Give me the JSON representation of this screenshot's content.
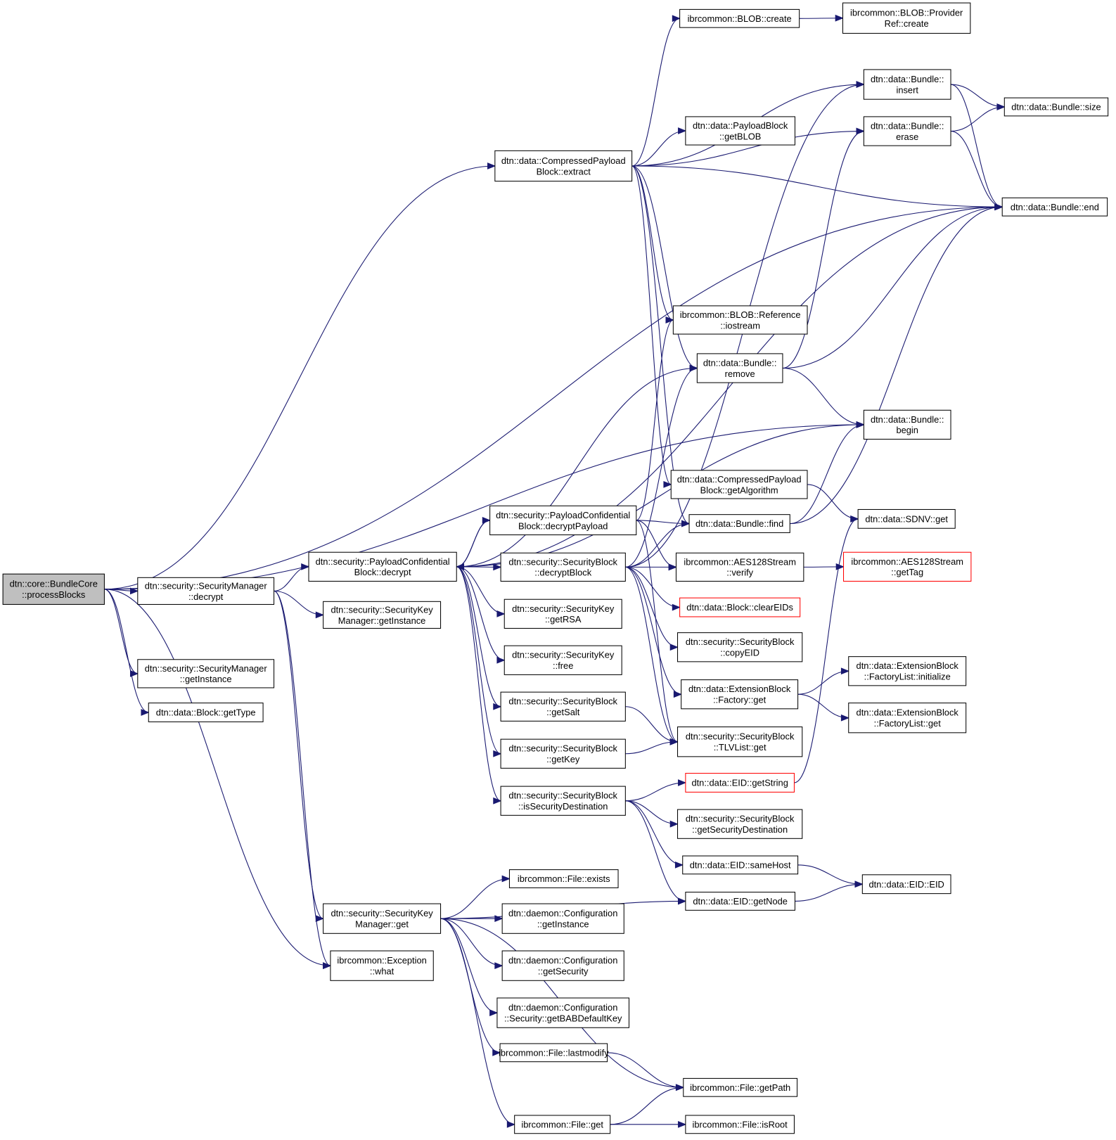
{
  "title": "Call graph of dtn::core::BundleCore::processBlocks",
  "colors": {
    "edge": "#191970",
    "root_fill": "#bfbfbf",
    "node_border": "#000000",
    "truncated_border": "#ff0000"
  },
  "nodes": [
    {
      "id": "processBlocks",
      "lines": [
        "dtn::core::BundleCore",
        "::processBlocks"
      ],
      "root": true
    },
    {
      "id": "smDecrypt",
      "lines": [
        "dtn::security::SecurityManager",
        "::decrypt"
      ]
    },
    {
      "id": "smGetInstance",
      "lines": [
        "dtn::security::SecurityManager",
        "::getInstance"
      ]
    },
    {
      "id": "blockGetType",
      "lines": [
        "dtn::data::Block::getType"
      ]
    },
    {
      "id": "pcbDecrypt",
      "lines": [
        "dtn::security::PayloadConfidential",
        "Block::decrypt"
      ]
    },
    {
      "id": "skmGetInstance",
      "lines": [
        "dtn::security::SecurityKey",
        "Manager::getInstance"
      ]
    },
    {
      "id": "skmGet",
      "lines": [
        "dtn::security::SecurityKey",
        "Manager::get"
      ]
    },
    {
      "id": "exceptionWhat",
      "lines": [
        "ibrcommon::Exception",
        "::what"
      ]
    },
    {
      "id": "cpbExtract",
      "lines": [
        "dtn::data::CompressedPayload",
        "Block::extract"
      ]
    },
    {
      "id": "pcbDecryptPayload",
      "lines": [
        "dtn::security::PayloadConfidential",
        "Block::decryptPayload"
      ]
    },
    {
      "id": "sbDecryptBlock",
      "lines": [
        "dtn::security::SecurityBlock",
        "::decryptBlock"
      ]
    },
    {
      "id": "skGetRSA",
      "lines": [
        "dtn::security::SecurityKey",
        "::getRSA"
      ]
    },
    {
      "id": "skFree",
      "lines": [
        "dtn::security::SecurityKey",
        "::free"
      ]
    },
    {
      "id": "sbGetSalt",
      "lines": [
        "dtn::security::SecurityBlock",
        "::getSalt"
      ]
    },
    {
      "id": "sbGetKey",
      "lines": [
        "dtn::security::SecurityBlock",
        "::getKey"
      ]
    },
    {
      "id": "sbIsSecDest",
      "lines": [
        "dtn::security::SecurityBlock",
        "::isSecurityDestination"
      ]
    },
    {
      "id": "fileExists",
      "lines": [
        "ibrcommon::File::exists"
      ]
    },
    {
      "id": "cfgGetInstance",
      "lines": [
        "dtn::daemon::Configuration",
        "::getInstance"
      ]
    },
    {
      "id": "cfgGetSecurity",
      "lines": [
        "dtn::daemon::Configuration",
        "::getSecurity"
      ]
    },
    {
      "id": "cfgBABKey",
      "lines": [
        "dtn::daemon::Configuration",
        "::Security::getBABDefaultKey"
      ]
    },
    {
      "id": "fileLastmodify",
      "lines": [
        "ibrcommon::File::lastmodify"
      ]
    },
    {
      "id": "fileGet",
      "lines": [
        "ibrcommon::File::get"
      ]
    },
    {
      "id": "blobCreate",
      "lines": [
        "ibrcommon::BLOB::create"
      ]
    },
    {
      "id": "providerCreate",
      "lines": [
        "ibrcommon::BLOB::Provider",
        "Ref::create"
      ]
    },
    {
      "id": "pbGetBLOB",
      "lines": [
        "dtn::data::PayloadBlock",
        "::getBLOB"
      ]
    },
    {
      "id": "blobRefIostream",
      "lines": [
        "ibrcommon::BLOB::Reference",
        "::iostream"
      ]
    },
    {
      "id": "bundleRemove",
      "lines": [
        "dtn::data::Bundle::",
        "remove"
      ]
    },
    {
      "id": "cpbGetAlgorithm",
      "lines": [
        "dtn::data::CompressedPayload",
        "Block::getAlgorithm"
      ]
    },
    {
      "id": "bundleFind",
      "lines": [
        "dtn::data::Bundle::find"
      ]
    },
    {
      "id": "aesVerify",
      "lines": [
        "ibrcommon::AES128Stream",
        "::verify"
      ]
    },
    {
      "id": "blockClearEIDs",
      "lines": [
        "dtn::data::Block::clearEIDs"
      ],
      "truncated": true
    },
    {
      "id": "sbCopyEID",
      "lines": [
        "dtn::security::SecurityBlock",
        "::copyEID"
      ]
    },
    {
      "id": "extFactoryGet",
      "lines": [
        "dtn::data::ExtensionBlock",
        "::Factory::get"
      ]
    },
    {
      "id": "tlvListGet",
      "lines": [
        "dtn::security::SecurityBlock",
        "::TLVList::get"
      ]
    },
    {
      "id": "eidGetString",
      "lines": [
        "dtn::data::EID::getString"
      ],
      "truncated": true
    },
    {
      "id": "sbGetSecDest",
      "lines": [
        "dtn::security::SecurityBlock",
        "::getSecurityDestination"
      ]
    },
    {
      "id": "eidSameHost",
      "lines": [
        "dtn::data::EID::sameHost"
      ]
    },
    {
      "id": "eidGetNode",
      "lines": [
        "dtn::data::EID::getNode"
      ]
    },
    {
      "id": "fileGetPath",
      "lines": [
        "ibrcommon::File::getPath"
      ]
    },
    {
      "id": "fileIsRoot",
      "lines": [
        "ibrcommon::File::isRoot"
      ]
    },
    {
      "id": "bundleInsert",
      "lines": [
        "dtn::data::Bundle::",
        "insert"
      ]
    },
    {
      "id": "bundleErase",
      "lines": [
        "dtn::data::Bundle::",
        "erase"
      ]
    },
    {
      "id": "bundleBegin",
      "lines": [
        "dtn::data::Bundle::",
        "begin"
      ]
    },
    {
      "id": "sdnvGet",
      "lines": [
        "dtn::data::SDNV::get"
      ]
    },
    {
      "id": "aesGetTag",
      "lines": [
        "ibrcommon::AES128Stream",
        "::getTag"
      ],
      "truncated": true
    },
    {
      "id": "factoryListInit",
      "lines": [
        "dtn::data::ExtensionBlock",
        "::FactoryList::initialize"
      ]
    },
    {
      "id": "factoryListGet",
      "lines": [
        "dtn::data::ExtensionBlock",
        "::FactoryList::get"
      ]
    },
    {
      "id": "eidEID",
      "lines": [
        "dtn::data::EID::EID"
      ]
    },
    {
      "id": "bundleSize",
      "lines": [
        "dtn::data::Bundle::size"
      ]
    },
    {
      "id": "bundleEnd",
      "lines": [
        "dtn::data::Bundle::end"
      ]
    }
  ],
  "edges": [
    [
      "processBlocks",
      "smDecrypt"
    ],
    [
      "processBlocks",
      "smGetInstance"
    ],
    [
      "processBlocks",
      "blockGetType"
    ],
    [
      "processBlocks",
      "cpbExtract"
    ],
    [
      "processBlocks",
      "bundleEnd"
    ],
    [
      "processBlocks",
      "bundleBegin"
    ],
    [
      "processBlocks",
      "exceptionWhat"
    ],
    [
      "smDecrypt",
      "pcbDecrypt"
    ],
    [
      "smDecrypt",
      "skmGetInstance"
    ],
    [
      "smDecrypt",
      "skmGet"
    ],
    [
      "smDecrypt",
      "exceptionWhat"
    ],
    [
      "pcbDecrypt",
      "pcbDecryptPayload"
    ],
    [
      "pcbDecrypt",
      "sbDecryptBlock"
    ],
    [
      "pcbDecrypt",
      "skGetRSA"
    ],
    [
      "pcbDecrypt",
      "skFree"
    ],
    [
      "pcbDecrypt",
      "sbGetSalt"
    ],
    [
      "pcbDecrypt",
      "sbGetKey"
    ],
    [
      "pcbDecrypt",
      "sbIsSecDest"
    ],
    [
      "pcbDecrypt",
      "bundleRemove"
    ],
    [
      "pcbDecrypt",
      "bundleBegin"
    ],
    [
      "pcbDecrypt",
      "bundleEnd"
    ],
    [
      "pcbDecryptPayload",
      "pcbDecrypt"
    ],
    [
      "pcbDecryptPayload",
      "blobRefIostream"
    ],
    [
      "pcbDecryptPayload",
      "bundleFind"
    ],
    [
      "pcbDecryptPayload",
      "aesVerify"
    ],
    [
      "pcbDecryptPayload",
      "tlvListGet"
    ],
    [
      "sbDecryptBlock",
      "bundleFind"
    ],
    [
      "sbDecryptBlock",
      "aesVerify"
    ],
    [
      "sbDecryptBlock",
      "blockClearEIDs"
    ],
    [
      "sbDecryptBlock",
      "sbCopyEID"
    ],
    [
      "sbDecryptBlock",
      "extFactoryGet"
    ],
    [
      "sbDecryptBlock",
      "tlvListGet"
    ],
    [
      "sbDecryptBlock",
      "bundleRemove"
    ],
    [
      "sbDecryptBlock",
      "bundleInsert"
    ],
    [
      "sbGetSalt",
      "tlvListGet"
    ],
    [
      "sbGetKey",
      "tlvListGet"
    ],
    [
      "sbIsSecDest",
      "eidGetString"
    ],
    [
      "sbIsSecDest",
      "sbGetSecDest"
    ],
    [
      "sbIsSecDest",
      "eidSameHost"
    ],
    [
      "sbIsSecDest",
      "eidGetNode"
    ],
    [
      "skmGet",
      "fileExists"
    ],
    [
      "skmGet",
      "cfgGetInstance"
    ],
    [
      "skmGet",
      "cfgGetSecurity"
    ],
    [
      "skmGet",
      "cfgBABKey"
    ],
    [
      "skmGet",
      "fileLastmodify"
    ],
    [
      "skmGet",
      "fileGetPath"
    ],
    [
      "skmGet",
      "fileGet"
    ],
    [
      "skmGet",
      "eidGetNode"
    ],
    [
      "fileLastmodify",
      "fileGetPath"
    ],
    [
      "fileGet",
      "fileGetPath"
    ],
    [
      "fileGet",
      "fileIsRoot"
    ],
    [
      "cpbExtract",
      "blobCreate"
    ],
    [
      "cpbExtract",
      "bundleInsert"
    ],
    [
      "cpbExtract",
      "bundleErase"
    ],
    [
      "cpbExtract",
      "pbGetBLOB"
    ],
    [
      "cpbExtract",
      "bundleEnd"
    ],
    [
      "cpbExtract",
      "blobRefIostream"
    ],
    [
      "cpbExtract",
      "bundleRemove"
    ],
    [
      "cpbExtract",
      "cpbGetAlgorithm"
    ],
    [
      "cpbExtract",
      "bundleFind"
    ],
    [
      "blobCreate",
      "providerCreate"
    ],
    [
      "bundleInsert",
      "bundleSize"
    ],
    [
      "bundleInsert",
      "bundleEnd"
    ],
    [
      "bundleErase",
      "bundleSize"
    ],
    [
      "bundleErase",
      "bundleEnd"
    ],
    [
      "bundleRemove",
      "bundleErase"
    ],
    [
      "bundleRemove",
      "bundleEnd"
    ],
    [
      "bundleRemove",
      "bundleBegin"
    ],
    [
      "bundleFind",
      "bundleBegin"
    ],
    [
      "bundleFind",
      "bundleEnd"
    ],
    [
      "cpbGetAlgorithm",
      "sdnvGet"
    ],
    [
      "eidGetString",
      "sdnvGet"
    ],
    [
      "aesVerify",
      "aesGetTag"
    ],
    [
      "extFactoryGet",
      "factoryListInit"
    ],
    [
      "extFactoryGet",
      "factoryListGet"
    ],
    [
      "eidSameHost",
      "eidEID"
    ],
    [
      "eidGetNode",
      "eidEID"
    ]
  ]
}
